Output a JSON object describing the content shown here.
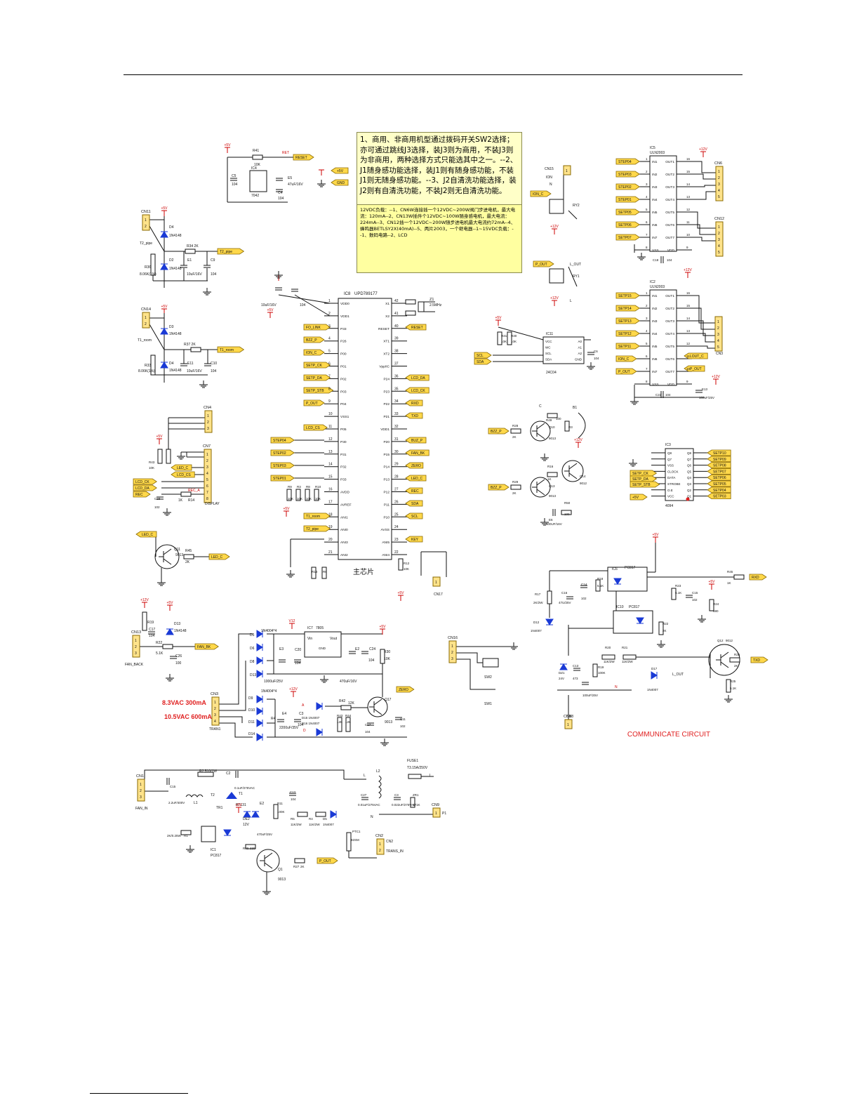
{
  "notes": {
    "note1": "1、商用、非商用机型通过拨码开关SW2选择；亦可通过跳线J3选择，装J3则为商用，不装J3则为非商用，两种选择方式只能选其中之一。--2、J1随身感功能选择，装J1则有随身感功能，不装J1则无随身感功能。--3、J2自清洗功能选择，装J2则有自清洗功能，不装J2则无自清洗功能。",
    "note2": "12VDC负载：--1、CN6W连接插一个12VDC~200W阀门步进电机，最大电流：120mA--2、CN13W插件个12VDC~100W随身感电机，最大电流：224mA--3、CN12插一个12VDC~200W随步进电机最大电流约72mA--4、蜂鸣器BETLSY2X(40mA)--5、两片2003，一个继电器--1~15VDC负载：--1、数码电路--2、LCD"
  },
  "labels": {
    "ic_main": "IC8",
    "ic_main_part": "UPD789177",
    "ic_main_cn": "主芯片",
    "ic5": "IC5",
    "ic5_part": "ULN2003",
    "ic2": "IC2",
    "ic2_part": "ULN2003",
    "ic11": "IC11",
    "ic11_part": "24C04",
    "ic4": "IC4",
    "ic4_part": "7042",
    "ic3": "IC3",
    "ic3_part": "4094",
    "ic6": "IC6",
    "ic6_part": "PC817",
    "ic10": "IC10",
    "ic10_part": "PC817",
    "ic7": "IC7",
    "ic7_part": "7805",
    "ic1": "IC1",
    "ic1_part": "PC817",
    "transformer_1": "8.3VAC 300mA",
    "transformer_2": "10.5VAC 600mA",
    "communicate": "COMMUNICATE  CIRCUIT",
    "fuse": "FUSE1",
    "fuse_val": "T3.15A/250V",
    "crystal": "Z1",
    "crystal_val": "2.5MHz",
    "display": "DISPLAY",
    "tran": "TRAN1",
    "trans_in": "TRANS_IN",
    "fan_in": "FAN_IN",
    "fan_back": "FAN_BACK"
  },
  "nets": {
    "reset": "RESET",
    "p5v": "+5V",
    "gnd": "GND",
    "t2_pipe": "T2_pipe",
    "t1_room": "T1_room",
    "fan_bk": "FAN_BK",
    "led_c": "LED_C",
    "zero": "ZERO",
    "rxd": "RXD",
    "txd": "TXD",
    "lout": "L_OUT",
    "pout": "P_OUT",
    "ion_c": "ION_C",
    "bzz_p": "BZZ_P",
    "p_out2": "P_OUT",
    "scl": "SCL",
    "sda": "SDA",
    "lcd_da": "LCD_DA",
    "lcd_ck": "LCD_CK",
    "lcd_cs": "LCD_CS",
    "step_ck": "SETP_CK",
    "step_da": "SETP_DA",
    "step_stb": "SETP_STB",
    "key": "KEY",
    "rec": "REC",
    "p12v": "+12V",
    "sw1": "SW1",
    "sw2": "SW2",
    "cn1": "CN1",
    "cn2": "CN2",
    "cn3": "CN3",
    "cn4": "CN4",
    "cn6": "CN6",
    "cn7": "CN7",
    "cn8": "CN8",
    "cn9": "CN9",
    "cn11": "CN11",
    "cn12": "CN12",
    "cn13": "CN13",
    "cn14": "CN14",
    "cn15": "CN15",
    "cn16": "CN16",
    "cn17": "CN17"
  },
  "main_pins_left": [
    "VDD0",
    "VDD1",
    "P33",
    "P26",
    "P00",
    "P01",
    "P02",
    "P03",
    "P04",
    "VSS1",
    "P05",
    "P30",
    "P31",
    "P32",
    "P33",
    "AVDD",
    "AVREF",
    "ANI1",
    "ANI0",
    "ANI3",
    "ANI2"
  ],
  "main_pins_right": [
    "X1",
    "X2",
    "RESET",
    "XT1",
    "XT2",
    "Vpp/IC",
    "P24",
    "P23",
    "P22",
    "P21",
    "VDD1",
    "P20",
    "P15",
    "P14",
    "P13",
    "P12",
    "P11",
    "P10",
    "AVSS",
    "ANI5",
    "ANI4"
  ],
  "main_nets_left": [
    "FO_LINK",
    "BZZ_P",
    "ION_C",
    "SETP_CK",
    "SETP_DA",
    "SETP_STB",
    "P_OUT",
    "LCD_CS",
    "STEP04",
    "STEP02",
    "STEP03",
    "STEP01",
    "T1_room",
    "T2_pipe"
  ],
  "main_nets_right": [
    "RESET",
    "LCD_DA",
    "LCD_CK",
    "RXD",
    "TXD",
    "BUZ_P",
    "FAN_BK",
    "ZERO",
    "LED_C",
    "REC",
    "SDA",
    "SCL",
    "KEY"
  ],
  "uln_in": [
    "IN1",
    "IN2",
    "IN3",
    "IN4",
    "IN5",
    "IN6",
    "IN7",
    "VSS"
  ],
  "uln_out": [
    "OUT1",
    "OUT2",
    "OUT3",
    "OUT4",
    "OUT5",
    "OUT6",
    "OUT7",
    "VDD"
  ],
  "ic5_nets": [
    "STEP04",
    "STEP03",
    "STEP02",
    "STEP01",
    "SETP05",
    "SETP06",
    "SETP07"
  ],
  "ic2_nets": [
    "SETP15",
    "SETP14",
    "SETP13",
    "SETP12",
    "SETP11",
    "ION_C",
    "P_OUT"
  ],
  "ic3_left": [
    "Q8",
    "Q7",
    "VSS",
    "CLOCK",
    "DATA",
    "STROBE",
    "O.E",
    "VCC"
  ],
  "ic3_right": [
    "Q8",
    "Q7",
    "Q6",
    "Q5",
    "Q4",
    "Q3",
    "Q2",
    "Q1"
  ],
  "ic3_nets": [
    "SETP10",
    "SETP09",
    "SETP08",
    "SETP07",
    "SETP06",
    "SETP05",
    "SETP04",
    "SETP03"
  ],
  "ic11_pins": [
    "VCC",
    "WC",
    "SCL",
    "SDA",
    "A0",
    "A1",
    "A2",
    "GND"
  ],
  "colors": {
    "net_fill": "#ffd84a",
    "net_stroke": "#8a6a00",
    "power": "#cc0000",
    "comp_blue": "#1a3ad6",
    "wire": "#111111"
  }
}
